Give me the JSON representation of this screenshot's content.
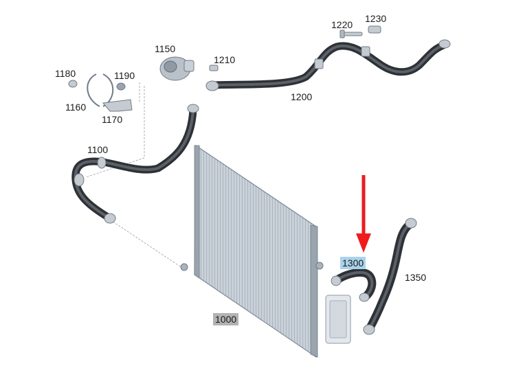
{
  "parts": {
    "p1000": "1000",
    "p1100": "1100",
    "p1150": "1150",
    "p1160": "1160",
    "p1170": "1170",
    "p1180": "1180",
    "p1190": "1190",
    "p1200": "1200",
    "p1210": "1210",
    "p1220": "1220",
    "p1230": "1230",
    "p1300": "1300",
    "p1350": "1350"
  },
  "highlighted_part": "1300",
  "colors": {
    "arrow": "#ee1c1c",
    "highlight_blue": "#a9d3ea",
    "highlight_gray": "#b3b3b3",
    "hose": "#3d4147",
    "radiator": "#b8c2cc"
  }
}
